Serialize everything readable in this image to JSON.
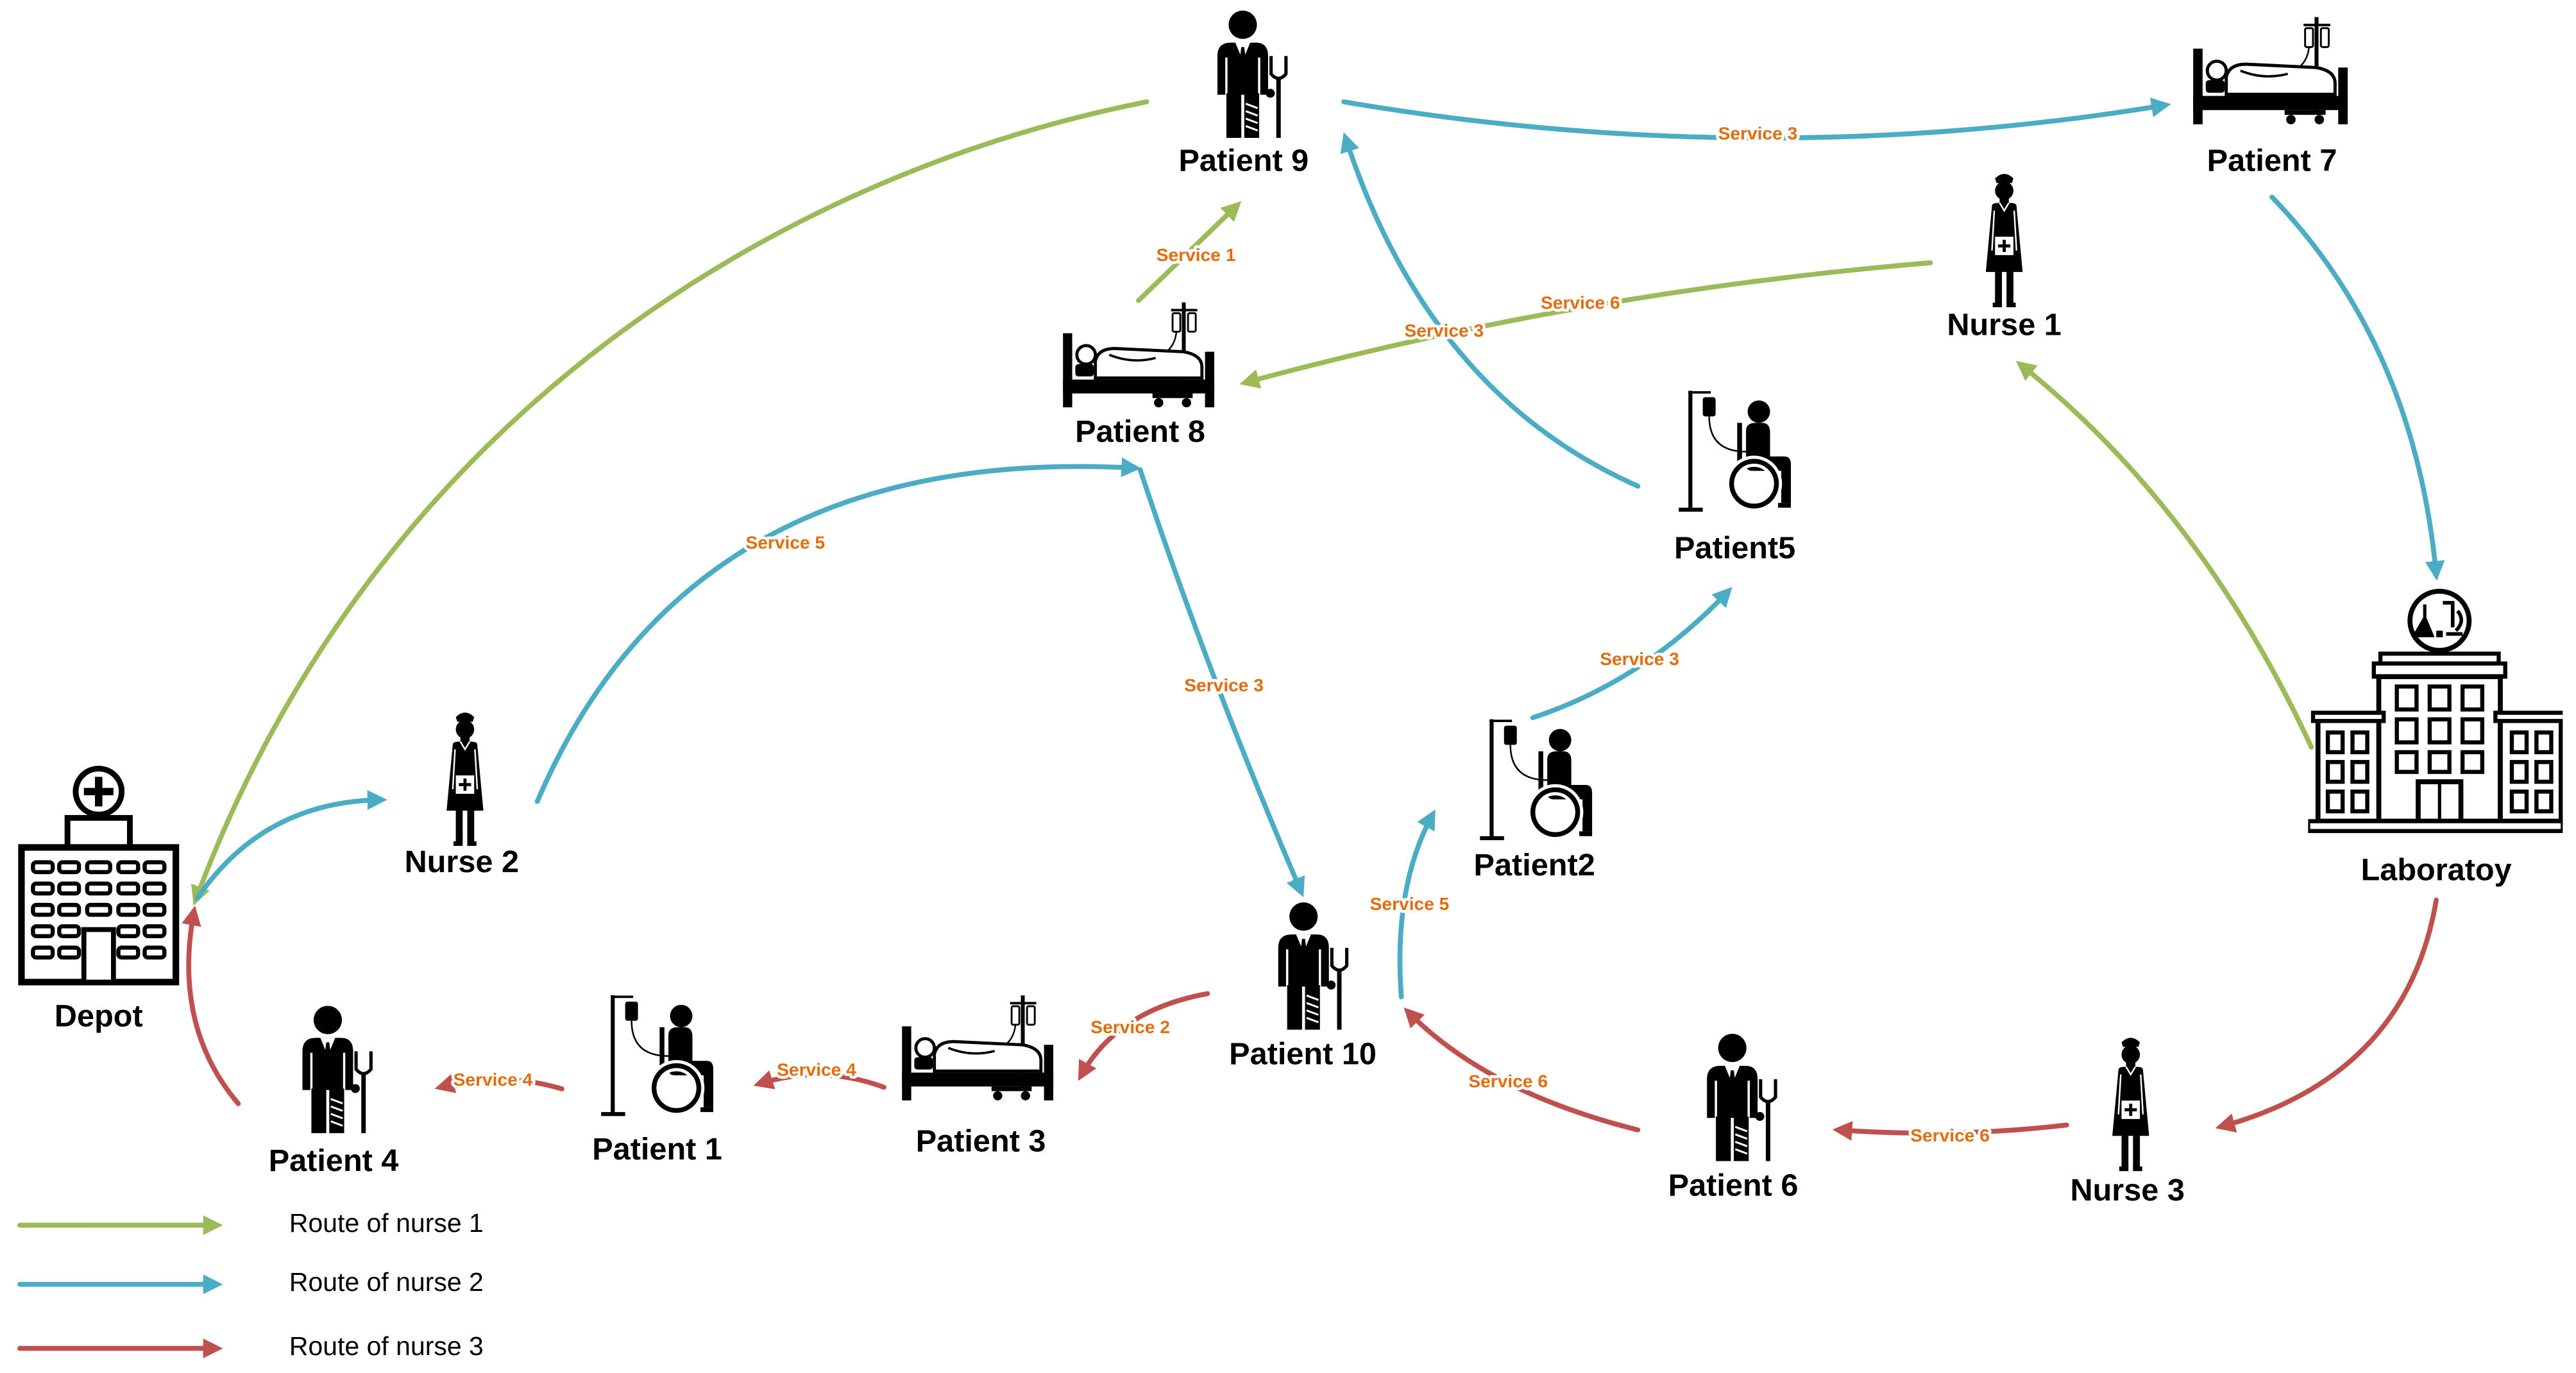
{
  "service_label_color": "#E46C0A",
  "nodes": {
    "depot": {
      "label": "Depot",
      "icon": "hospital-icon"
    },
    "nurse_2": {
      "label": "Nurse 2",
      "icon": "nurse-icon"
    },
    "patient_9": {
      "label": "Patient 9",
      "icon": "patient-with-crutch-icon"
    },
    "patient_7": {
      "label": "Patient 7",
      "icon": "patient-in-bed-icon"
    },
    "nurse_1": {
      "label": "Nurse 1",
      "icon": "nurse-icon"
    },
    "patient_8": {
      "label": "Patient 8",
      "icon": "patient-in-bed-icon"
    },
    "patient_5": {
      "label": "Patient5",
      "icon": "patient-in-wheelchair-icon"
    },
    "patient_2": {
      "label": "Patient2",
      "icon": "patient-in-wheelchair-icon"
    },
    "laboratory": {
      "label": "Laboratoy",
      "icon": "laboratory-icon"
    },
    "patient_10": {
      "label": "Patient 10",
      "icon": "patient-with-crutch-icon"
    },
    "patient_4": {
      "label": "Patient 4",
      "icon": "patient-with-crutch-icon"
    },
    "patient_1": {
      "label": "Patient 1",
      "icon": "patient-in-wheelchair-icon"
    },
    "patient_3": {
      "label": "Patient 3",
      "icon": "patient-in-bed-icon"
    },
    "patient_6": {
      "label": "Patient 6",
      "icon": "patient-with-crutch-icon"
    },
    "nurse_3": {
      "label": "Nurse 3",
      "icon": "nurse-icon"
    }
  },
  "routes": [
    {
      "legend": "Route of nurse 1",
      "color": "#9BBB59",
      "services": [
        "Service 6",
        "Service 1"
      ]
    },
    {
      "legend": "Route of nurse 2",
      "color": "#4BACC6",
      "services": [
        "Service 5",
        "Service 3",
        "Service 5",
        "Service 3",
        "Service 3",
        "Service 3"
      ]
    },
    {
      "legend": "Route of nurse 3",
      "color": "#C0504D",
      "services": [
        "Service 6",
        "Service 6",
        "Service 2",
        "Service 4",
        "Service 4"
      ]
    }
  ]
}
